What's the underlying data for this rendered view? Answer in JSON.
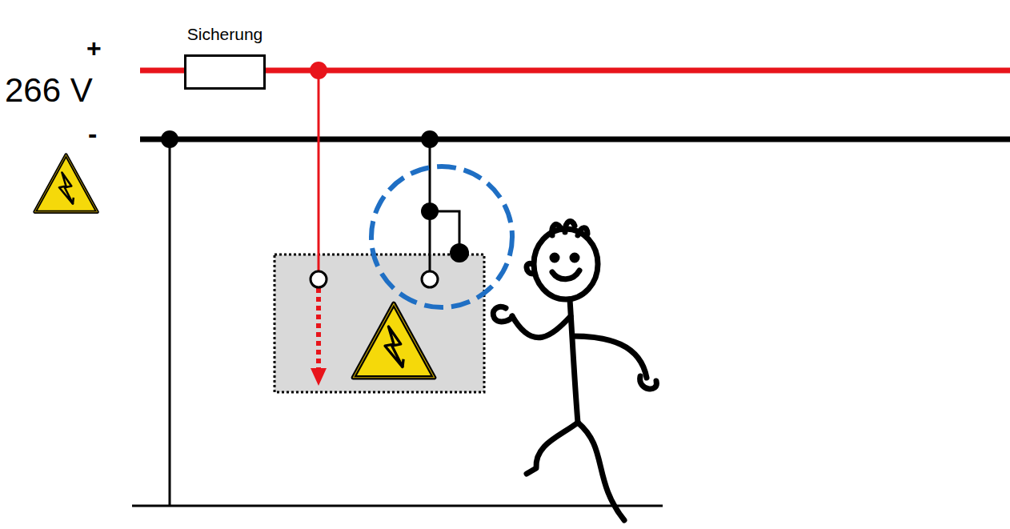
{
  "diagram": {
    "nodes": [
      {
        "text": [
          "Sicherung"
        ]
      }
    ],
    "labels": [
      "+",
      "266 V",
      "-"
    ]
  }
}
